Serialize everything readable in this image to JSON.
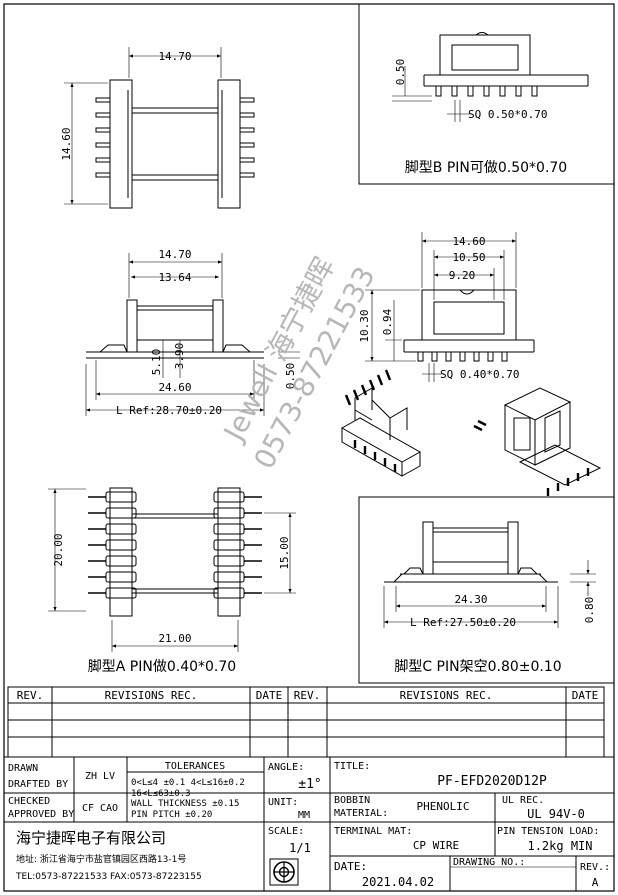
{
  "drawing": {
    "top_view": {
      "width_dim": "14.70",
      "height_dim": "14.60"
    },
    "view_b": {
      "pin_h_dim": "0.50",
      "sq_dim": "SQ 0.50*0.70",
      "caption": "脚型B PIN可做0.50*0.70"
    },
    "side_view": {
      "dim_top": "14.70",
      "dim_mid": "13.64",
      "dim_510": "5.10",
      "dim_390": "3.90",
      "dim_050": "0.50",
      "dim_2460": "24.60",
      "dim_ref": "L  Ref:28.70±0.20"
    },
    "front_view": {
      "dim_1460": "14.60",
      "dim_1050": "10.50",
      "dim_920": "9.20",
      "dim_1030": "10.30",
      "dim_094": "0.94",
      "sq_dim": "SQ 0.40*0.70"
    },
    "view_a": {
      "dim_2000": "20.00",
      "dim_1500": "15.00",
      "dim_2100": "21.00",
      "caption": "脚型A PIN做0.40*0.70"
    },
    "view_c": {
      "dim_2430": "24.30",
      "dim_080": "0.80",
      "dim_ref": "L  Ref:27.50±0.20",
      "caption": "脚型C PIN架空0.80±0.10"
    },
    "watermark": {
      "line1": "Jewell 海宁捷晖",
      "line2": "0573-87221533"
    }
  },
  "revisions": {
    "headers": [
      "REV.",
      "REVISIONS   REC.",
      "DATE",
      "REV.",
      "REVISIONS   REC.",
      "DATE"
    ]
  },
  "title_block": {
    "drawn_label": "DRAWN",
    "drafted_label": "DRAFTED BY",
    "drafted_by": "ZH LV",
    "checked_label": "CHECKED",
    "approved_label": "APPROVED BY",
    "approved_by": "CF CAO",
    "tolerances_label": "TOLERANCES",
    "tol_line1": "0<L≤4  ±0.1  4<L≤16±0.2",
    "tol_line2": "16<L≤63±0.3",
    "tol_line3": "WALL THICKNESS  ±0.15",
    "tol_line4": "PIN PITCH  ±0.20",
    "angle_label": "ANGLE:",
    "angle_value": "±1°",
    "unit_label": "UNIT:",
    "unit_value": "MM",
    "scale_label": "SCALE:",
    "scale_value": "1/1",
    "title_label": "TITLE:",
    "title_value": "PF-EFD2020D12P",
    "bobbin_label_1": "BOBBIN",
    "bobbin_label_2": "MATERIAL:",
    "bobbin_value": "PHENOLIC",
    "ul_label": "UL REC.",
    "ul_value": "UL 94V-0",
    "terminal_label": "TERMINAL MAT:",
    "terminal_value": "CP WIRE",
    "tension_label": "PIN TENSION LOAD:",
    "tension_value": "1.2kg MIN",
    "date_label": "DATE:",
    "date_value": "2021.04.02",
    "drawing_no_label": "DRAWING NO.:",
    "rev_label": "REV.:",
    "rev_value": "A",
    "company": "海宁捷晖电子有限公司",
    "address": "地址: 浙江省海宁市盐官镇园区西路13-1号",
    "contact": "TEL:0573-87221533 FAX:0573-87223155"
  }
}
